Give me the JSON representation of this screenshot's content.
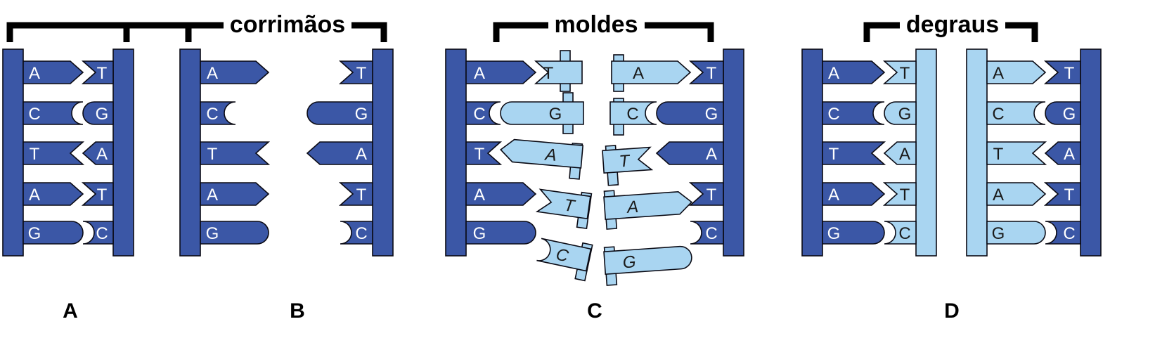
{
  "labels": {
    "handrails": "corrimãos",
    "templates": "moldes",
    "steps": "degraus"
  },
  "panels": {
    "A": "A",
    "B": "B",
    "C": "C",
    "D": "D"
  },
  "panelA": {
    "left": [
      "A",
      "C",
      "T",
      "A",
      "G"
    ],
    "right": [
      "T",
      "G",
      "A",
      "T",
      "C"
    ]
  },
  "panelB": {
    "left": [
      "A",
      "C",
      "T",
      "A",
      "G"
    ],
    "right": [
      "T",
      "G",
      "A",
      "T",
      "C"
    ]
  },
  "panelC": {
    "left": [
      "A",
      "C",
      "T",
      "A",
      "G"
    ],
    "right": [
      "T",
      "G",
      "A",
      "T",
      "C"
    ],
    "newLeft": [
      "T",
      "G",
      "A",
      "T",
      "C"
    ],
    "newRight": [
      "A",
      "C",
      "T",
      "A",
      "G"
    ]
  },
  "panelD": {
    "strand1Old": [
      "A",
      "C",
      "T",
      "A",
      "G"
    ],
    "strand1New": [
      "T",
      "G",
      "A",
      "T",
      "C"
    ],
    "strand2New": [
      "A",
      "C",
      "T",
      "A",
      "G"
    ],
    "strand2Old": [
      "T",
      "G",
      "A",
      "T",
      "C"
    ]
  },
  "colors": {
    "old_strand": "#3b57a6",
    "new_strand": "#a9d5f1",
    "outline": "#0a0a14"
  }
}
